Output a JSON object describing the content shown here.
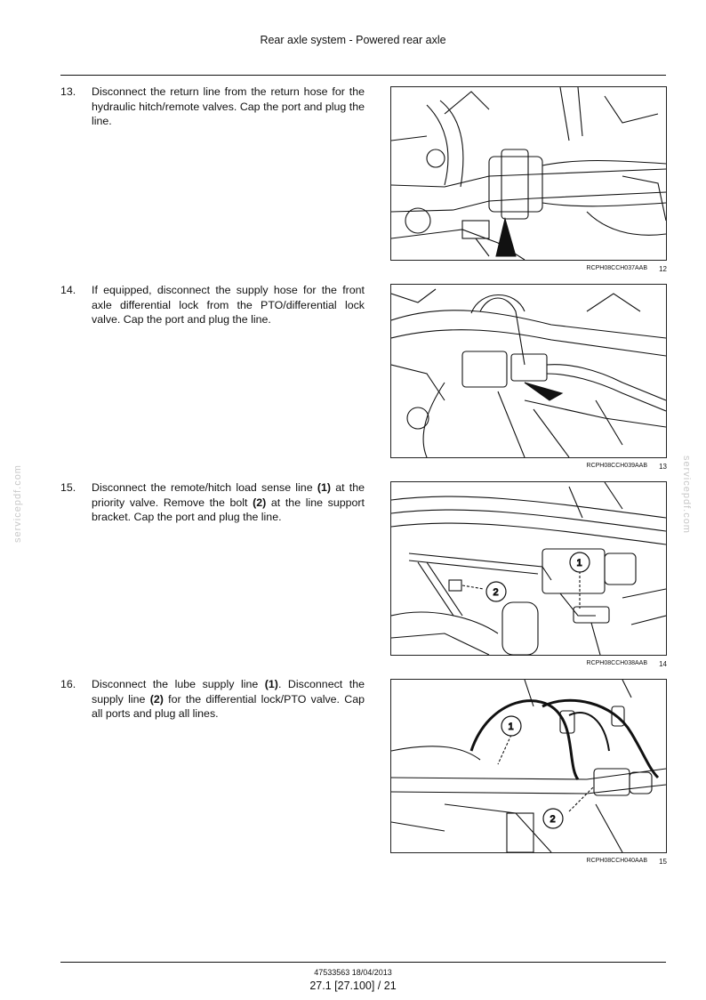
{
  "header": {
    "title": "Rear axle system - Powered rear axle"
  },
  "steps": [
    {
      "number": "13.",
      "text": "Disconnect the return line from the return hose for the hydraulic hitch/remote valves.  Cap the port and plug the line."
    },
    {
      "number": "14.",
      "text": "If equipped, disconnect the supply hose for the front axle differential lock from the PTO/differential lock valve.  Cap the port and plug the line."
    },
    {
      "number": "15.",
      "text_parts": [
        "Disconnect the remote/hitch load sense line ",
        "(1)",
        " at the priority valve.  Remove the bolt ",
        "(2)",
        " at the line support bracket.  Cap the port and plug the line."
      ]
    },
    {
      "number": "16.",
      "text_parts": [
        "Disconnect the lube supply line ",
        "(1)",
        ".  Disconnect the supply line ",
        "(2)",
        " for the differential lock/PTO valve.  Cap all ports and plug all lines."
      ]
    }
  ],
  "figures": [
    {
      "code": "RCPH08CCH037AAB",
      "number": "12"
    },
    {
      "code": "RCPH08CCH039AAB",
      "number": "13"
    },
    {
      "code": "RCPH08CCH038AAB",
      "number": "14",
      "callouts": [
        "1",
        "2"
      ]
    },
    {
      "code": "RCPH08CCH040AAB",
      "number": "15",
      "callouts": [
        "1",
        "2"
      ]
    }
  ],
  "watermark": {
    "text": "servicepdf.com"
  },
  "footer": {
    "doc": "47533563 18/04/2013",
    "page": "27.1 [27.100] / 21"
  }
}
